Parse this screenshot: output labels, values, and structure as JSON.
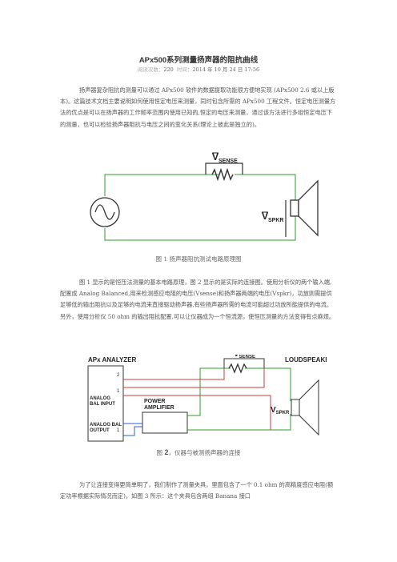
{
  "title": {
    "prefix": "APx500",
    "text": "系列测量扬声器的阻抗曲线"
  },
  "meta": {
    "views_label": "阅读次数：",
    "views": "220",
    "time_label": "时间：",
    "date": "2014 年 10 月 24 日 17:56"
  },
  "para1": "扬声器复杂阻抗的测量可以通过 APx500 软件的数据提取功能很方便地实现 (APx500 2.6 或以上版本)。这篇技术文档主要说明如何使用恒定电压来测量，同时包含所需的 APx500 工程文件。恒定电压测量方法的优点是可以在扬声器的工作频率范围内使用已知的,恒定的电压来测量，通过该方法进行多组恒定电压下的测量，也可以检验扬声器阻抗与电压之间的变化关系(理论上彼此是独立的)。",
  "fig1": {
    "label_v1": "V",
    "label_v1_sub": "SENSE",
    "label_v2": "V",
    "label_v2_sub": "SPKR",
    "caption": "图 1 扬声器阻抗测试电路原理图"
  },
  "para2": "图 1 显示的是恒压法测量的基本电路原理，图 2 显示的是实际的连接图。使用分析仪的两个输入端,配置成 Analog Balanced,用来检测感应电阻的电压(Vsense)和扬声器两端的电压(Vspkr)，功放则需提供足够低的输出阻抗以及足够的电流来直接驱动扬声器,有些扬声器所需的电流可能超过功放所能提供的电流。另外，使用分析仪 50 ohm 的输出阻抗配置,可以让仪器成为一个恒流源，使恒压测量的方法变得有点麻烦。",
  "fig2": {
    "analyzer": "APx ANALYZER",
    "input_l1": "ANALOG",
    "input_l2": "BAL INPUT",
    "in_pin2": "2",
    "in_pin1": "1",
    "amp_l1": "POWER",
    "amp_l2": "AMPLIFIER",
    "output_l1": "ANALOG BAL",
    "output_l2": "OUTPUT",
    "out_pin": "1",
    "speaker": "LOUDSPEAKER",
    "label_v1": "V",
    "label_v1_sub": "SENSE",
    "label_v2": "V",
    "label_v2_sub": "SPKR",
    "caption_prefix": "图 ",
    "caption_num": "2",
    "caption_text": "，仪器与被测扬声器的连接"
  },
  "para3": "为了让连接变得更简单明了，我们制作了测量夹具，里面包含了一个 0.1 ohm 的高精度感应电阻(额定功率根据实际情况而定)，如图 3 所示：这个夹具包含两组 Banana 接口"
}
